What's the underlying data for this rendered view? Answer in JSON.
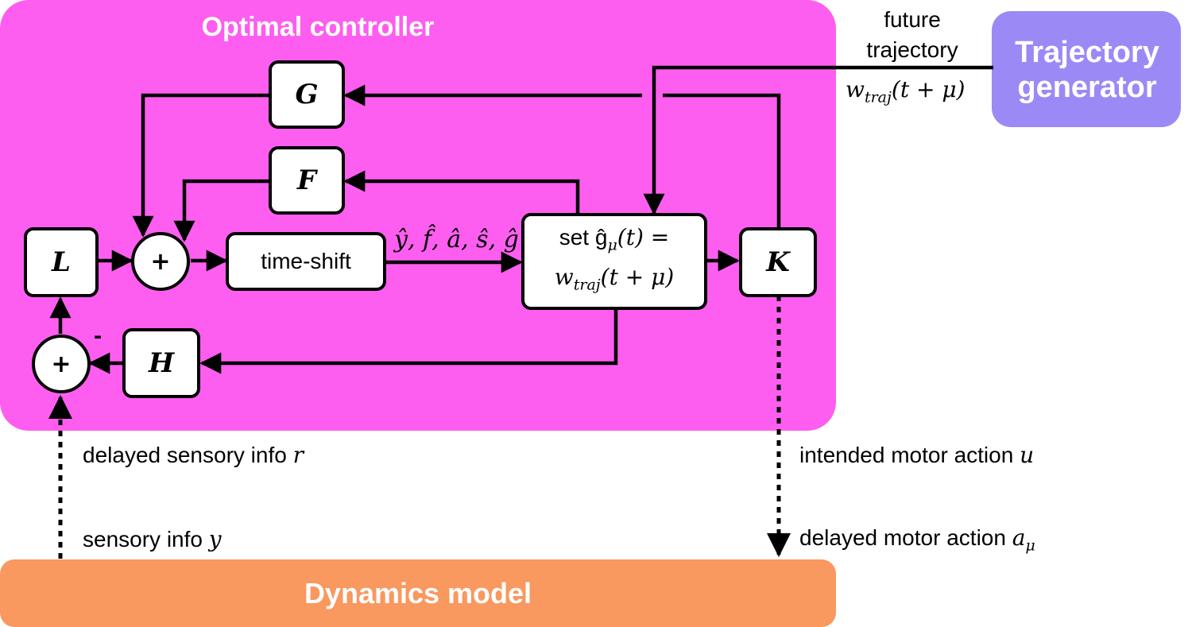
{
  "colors": {
    "controller_fill": "#fd5ef0",
    "trajectory_fill": "#9b8af5",
    "dynamics_fill": "#f9985f",
    "line": "#000000"
  },
  "controller": {
    "title": "Optimal controller"
  },
  "trajectory_generator": {
    "title": "Trajectory generator"
  },
  "dynamics_model": {
    "title": "Dynamics model"
  },
  "blocks": {
    "G": "G",
    "F": "F",
    "L": "L",
    "K": "K",
    "H": "H",
    "time_shift": "time-shift",
    "set_line1": "set ĝ",
    "set_line1_sub": "μ",
    "set_line1_rest": "(t) =",
    "set_line2": "w",
    "set_line2_sub": "traj",
    "set_line2_rest": "(t + μ)"
  },
  "sums": {
    "top": "+",
    "bottom": "+",
    "minus_sign": "-"
  },
  "labels": {
    "estimates": "ŷ, f̂, â, ŝ, ĝ",
    "future_trajectory_line1": "future",
    "future_trajectory_line2": "trajectory",
    "wtraj": "w",
    "wtraj_sub": "traj",
    "wtraj_rest": "(t + μ)",
    "delayed_sensory": "delayed sensory info",
    "delayed_sensory_var": "r",
    "sensory": "sensory info",
    "sensory_var": "y",
    "intended_motor": "intended motor action",
    "intended_motor_var": "u",
    "delayed_motor": "delayed motor action",
    "delayed_motor_var": "a",
    "delayed_motor_sub": "μ"
  }
}
